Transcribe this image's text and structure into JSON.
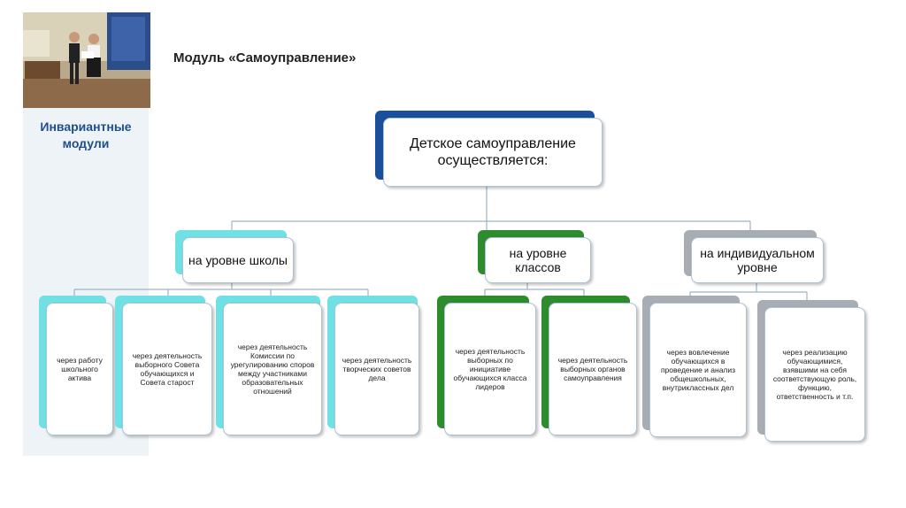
{
  "sidebar": {
    "title": "Инвариантные модули"
  },
  "module_title": "Модуль «Самоуправление»",
  "diagram": {
    "root": "Детское самоуправление осуществляется:",
    "levels": [
      {
        "label": "на уровне школы",
        "accent": "#6fe0e4",
        "items": [
          "через работу школьного актива",
          "через деятельность выборного Совета обучающихся и Совета старост",
          "через деятельность Комиссии по урегулированию споров между участниками образовательных отношений",
          "через деятельность творческих советов дела"
        ]
      },
      {
        "label": "на уровне классов",
        "accent": "#2e8b2e",
        "items": [
          "через деятельность выборных по инициативе обучающихся класса лидеров",
          "через деятельность выборных органов самоуправления"
        ]
      },
      {
        "label": "на индивидуальном уровне",
        "accent": "#a8adb3",
        "items": [
          "через вовлечение обучающихся в проведение и анализ общешкольных, внутриклассных дел",
          "через реализацию обучающимися, взявшими на себя соответствующую роль, функцию, ответственность и т.п."
        ]
      }
    ]
  },
  "colors": {
    "root_accent": "#1a4f9c",
    "sidebar_title": "#1f4e8c"
  }
}
